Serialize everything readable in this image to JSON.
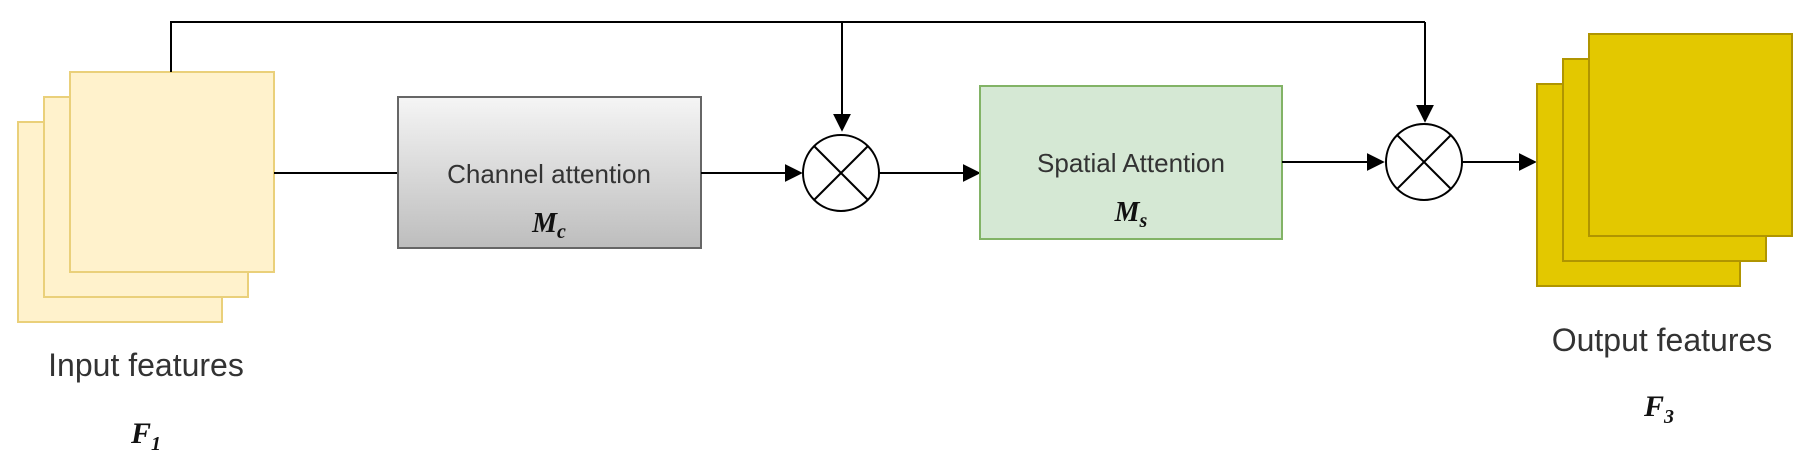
{
  "input_features": {
    "label": "Input features",
    "symbol": "F",
    "subscript": "1"
  },
  "channel_attention": {
    "label": "Channel attention",
    "symbol": "M",
    "subscript": "c"
  },
  "spatial_attention": {
    "label": "Spatial Attention",
    "symbol": "M",
    "subscript": "s"
  },
  "output_features": {
    "label": "Output features",
    "symbol": "F",
    "subscript": "3"
  },
  "colors": {
    "input_fill": "#fff2cc",
    "input_stroke": "#ead07a",
    "channel_fill_top": "#f5f5f5",
    "channel_fill_bottom": "#bdbdbd",
    "channel_stroke": "#666666",
    "spatial_fill": "#d5e8d4",
    "spatial_stroke": "#82b366",
    "output_fill": "#e3c800",
    "output_stroke": "#b09500",
    "line": "#000000"
  }
}
